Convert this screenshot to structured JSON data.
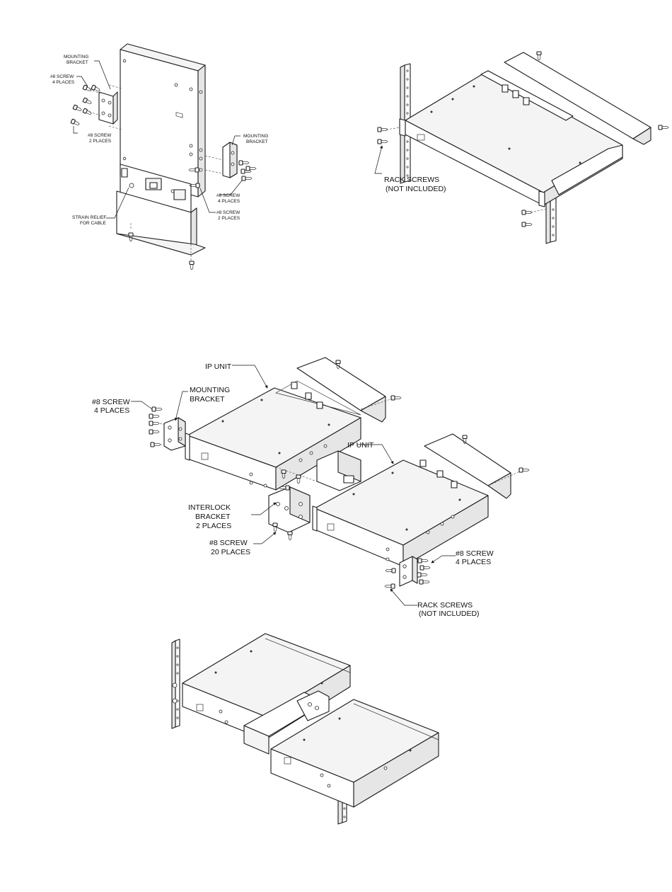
{
  "figure1": {
    "mounting_bracket_left": [
      "MOUNTING",
      "BRACKET"
    ],
    "screw_4_left": [
      "#8 SCREW",
      "4 PLACES"
    ],
    "screw_2_left": [
      "#8 SCREW",
      "2 PLACES"
    ],
    "mounting_bracket_right": [
      "MOUNTING",
      "BRACKET"
    ],
    "screw_4_right": [
      "#8 SCREW",
      "4 PLACES"
    ],
    "screw_2_right": [
      "#8 SCREW",
      "2 PLACES"
    ],
    "strain_relief": [
      "STRAIN RELIEF",
      "FOR CABLE"
    ]
  },
  "figure2": {
    "rack_screws": [
      "RACK SCREWS",
      "(NOT INCLUDED)"
    ]
  },
  "figure3": {
    "ip_unit_1": "IP UNIT",
    "ip_unit_2": "IP UNIT",
    "screw_4_left": [
      "#8 SCREW",
      "4 PLACES"
    ],
    "mounting_bracket": [
      "MOUNTING",
      "BRACKET"
    ],
    "interlock_bracket": [
      "INTERLOCK",
      "BRACKET",
      "2 PLACES"
    ],
    "screw_20": [
      "#8 SCREW",
      "20 PLACES"
    ],
    "screw_4_right": [
      "#8 SCREW",
      "4 PLACES"
    ],
    "rack_screws": [
      "RACK SCREWS",
      "(NOT INCLUDED)"
    ]
  }
}
